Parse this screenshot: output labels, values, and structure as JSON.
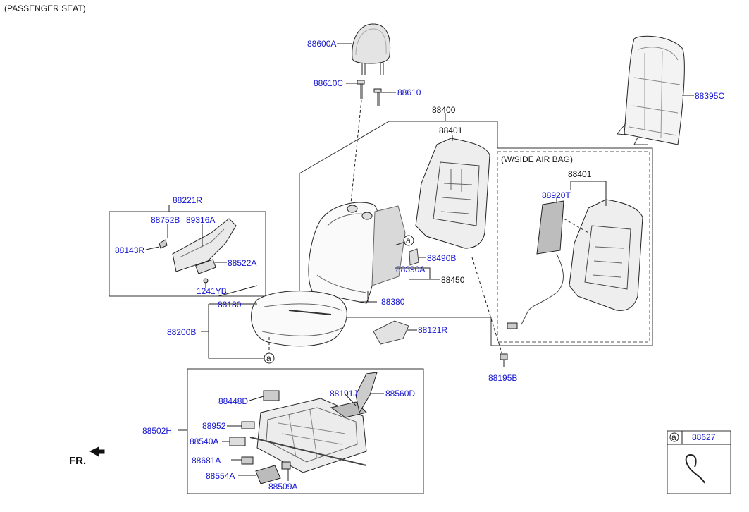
{
  "header": {
    "title": "(PASSENGER SEAT)"
  },
  "side_airbag_label": "(W/SIDE AIR BAG)",
  "front_indicator": "FR.",
  "circle_marker": "a",
  "parts": {
    "p88600A": "88600A",
    "p88610C": "88610C",
    "p88610": "88610",
    "p88400": "88400",
    "p88401": "88401",
    "p88401b": "88401",
    "p88920T": "88920T",
    "p88395C": "88395C",
    "p88221R": "88221R",
    "p88752B": "88752B",
    "p89316A": "89316A",
    "p88143R": "88143R",
    "p88522A": "88522A",
    "p1241YB": "1241YB",
    "p88490B": "88490B",
    "p88390A": "88390A",
    "p88450": "88450",
    "p88380": "88380",
    "p88180": "88180",
    "p88200B": "88200B",
    "p88121R": "88121R",
    "p88195B": "88195B",
    "p88448D": "88448D",
    "p88191J": "88191J",
    "p88560D": "88560D",
    "p88502H": "88502H",
    "p88952": "88952",
    "p88540A": "88540A",
    "p88681A": "88681A",
    "p88554A": "88554A",
    "p88509A": "88509A",
    "p88627": "88627"
  },
  "colors": {
    "part_number": "#1414d2",
    "line": "#222222"
  }
}
